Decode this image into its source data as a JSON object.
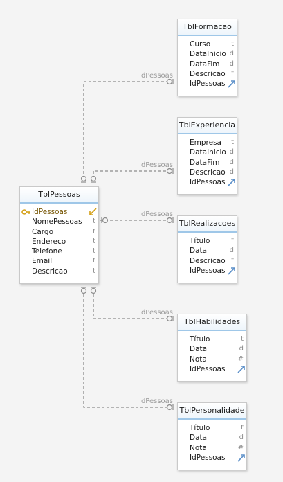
{
  "tables": {
    "pessoas": {
      "title": "TblPessoas",
      "fields": [
        {
          "name": "IdPessoas",
          "type": ""
        },
        {
          "name": "NomePessoas",
          "type": "t"
        },
        {
          "name": "Cargo",
          "type": "t"
        },
        {
          "name": "Endereco",
          "type": "t"
        },
        {
          "name": "Telefone",
          "type": "t"
        },
        {
          "name": "Email",
          "type": "t"
        },
        {
          "name": "Descricao",
          "type": "t"
        }
      ]
    },
    "formacao": {
      "title": "TblFormacao",
      "fields": [
        {
          "name": "Curso",
          "type": "t"
        },
        {
          "name": "DataInicio",
          "type": "d"
        },
        {
          "name": "DataFim",
          "type": "d"
        },
        {
          "name": "Descricao",
          "type": "t"
        },
        {
          "name": "IdPessoas",
          "type": ""
        }
      ]
    },
    "experiencia": {
      "title": "TblExperiencia",
      "fields": [
        {
          "name": "Empresa",
          "type": "t"
        },
        {
          "name": "DataInicio",
          "type": "d"
        },
        {
          "name": "DataFim",
          "type": "d"
        },
        {
          "name": "Descricao",
          "type": "d"
        },
        {
          "name": "IdPessoas",
          "type": ""
        }
      ]
    },
    "realizacoes": {
      "title": "TblRealizacoes",
      "fields": [
        {
          "name": "Título",
          "type": "t"
        },
        {
          "name": "Data",
          "type": "d"
        },
        {
          "name": "Descricao",
          "type": "t"
        },
        {
          "name": "IdPessoas",
          "type": ""
        }
      ]
    },
    "habilidades": {
      "title": "TblHabilidades",
      "fields": [
        {
          "name": "Título",
          "type": "t"
        },
        {
          "name": "Data",
          "type": "d"
        },
        {
          "name": "Nota",
          "type": "#"
        },
        {
          "name": "IdPessoas",
          "type": ""
        }
      ]
    },
    "personalidade": {
      "title": "TblPersonalidade",
      "fields": [
        {
          "name": "Título",
          "type": "t"
        },
        {
          "name": "Data",
          "type": "d"
        },
        {
          "name": "Nota",
          "type": "#"
        },
        {
          "name": "IdPessoas",
          "type": ""
        }
      ]
    }
  },
  "relationships": [
    {
      "label": "IdPessoas",
      "to": "formacao"
    },
    {
      "label": "IdPessoas",
      "to": "experiencia"
    },
    {
      "label": "IdPessoas",
      "to": "realizacoes"
    },
    {
      "label": "IdPessoas",
      "to": "habilidades"
    },
    {
      "label": "IdPessoas",
      "to": "personalidade"
    }
  ],
  "colors": {
    "header_border": "#9fc7e8",
    "key": "#d4a017",
    "fk_link": "#5b8fc9",
    "line": "#8c8c8c"
  },
  "icons": {
    "primary_key": "key-icon",
    "foreign_key": "link-icon",
    "pk_arrow": "arrow-icon"
  }
}
